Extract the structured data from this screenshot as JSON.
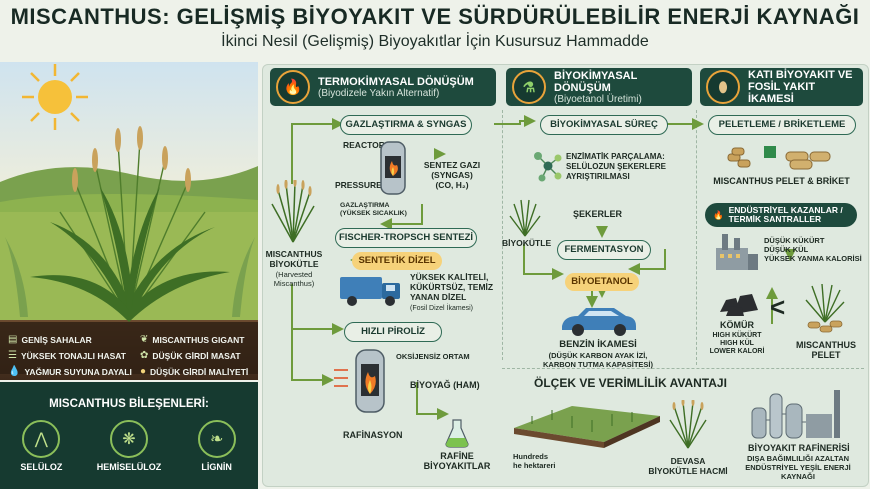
{
  "title": "MISCANTHUS: GELİŞMİŞ BİYOYAKIT VE SÜRDÜRÜLEBİLİR ENERJİ KAYNAĞI",
  "subtitle": "İkinci Nesil (Gelişmiş) Biyoyakıtlar İçin Kusursuz Hammadde",
  "left": {
    "benefits_left": [
      "GENİŞ SAHALAR",
      "YÜKSEK TONAJLI HASAT",
      "YAĞMUR SUYUNA DAYALI"
    ],
    "benefits_right": [
      "MISCANTHUS GIGANT",
      "DÜŞÜK GİRDİ MASAT",
      "DÜŞÜK GİRDİ MALİYETİ"
    ],
    "components_title": "MISCANTHUS BİLEŞENLERİ:",
    "components": [
      "SELÜLOZ",
      "HEMİSELÜLOZ",
      "LİGNİN"
    ]
  },
  "col1": {
    "header_title": "TERMOKİMYASAL DÖNÜŞÜM",
    "header_sub": "(Biyodizele Yakın Alternatif)",
    "gasification": "GAZLAŞTIRMA & SYNGAS",
    "reactor": "REACTOR",
    "pressure": "PRESSURE",
    "gasification_note": "GAZLAŞTIRMA\n(YÜKSEK SICAKLIK)",
    "syngas": "SENTEZ GAZI\n(SYNGAS)\n(CO, H₂)",
    "fischer": "FISCHER-TROPSCH SENTEZİ",
    "diesel": "SENTETİK DİZEL",
    "diesel_note": "YÜKSEK KALİTELİ,\nKÜKÜRTSÜZ, TEMİZ\nYANAN DİZEL",
    "diesel_sub": "(Fosil Dizel İkamesi)",
    "feed_label": "MISCANTHUS\nBİYOKÜTLE",
    "feed_sub": "(Harvested\nMiscanthus)",
    "pyrolysis": "HIZLI PİROLİZ",
    "oxygen_free": "OKSİJENSİZ ORTAM",
    "bio_oil": "BİYOYAĞ (HAM)",
    "refining": "RAFİNASYON",
    "refined": "RAFİNE\nBİYOYAKITLAR"
  },
  "col2": {
    "header_title": "BİYOKİMYASAL DÖNÜŞÜM",
    "header_sub": "(Biyoetanol Üretimi)",
    "process": "BİYOKİMYASAL SÜREÇ",
    "enzymatic": "ENZİMATİK PARÇALAMA:\nSELÜLOZUN ŞEKERLERE\nAYRIŞTIRILMASI",
    "sugars": "ŞEKERLER",
    "biomass": "BİYOKÜTLE",
    "fermentation": "FERMENTASYON",
    "ethanol": "BİYOETANOL",
    "gasoline": "BENZİN İKAMESİ",
    "gasoline_note": "(DÜŞÜK KARBON AYAK İZİ,\nKARBON TUTMA KAPASİTESİ)"
  },
  "col3": {
    "header_title": "KATI BİYOYAKIT VE\nFOSİL YAKIT İKAMESİ",
    "pellet_pill": "PELETLEME / BRİKETLEME",
    "pellet_label": "MISCANTHUS PELET & BRİKET",
    "boiler_pill": "ENDÜSTRİYEL KAZANLAR /\nTERMİK SANTRALLER",
    "boiler_note": "DÜŞÜK KÜKÜRT\nDÜŞÜK KÜL\nYÜKSEK YANMA KALORİSİ",
    "coal": "KÖMÜR",
    "coal_note": "HIGH KÜKÜRT\nHIGH KÜL\nLOWER KALORİ",
    "less_than": "<",
    "pellet": "MISCANTHUS\nPELET"
  },
  "scale": {
    "title": "ÖLÇEK VE VERİMLİLİK AVANTAJI",
    "hectares": "Hundreds\nhe hektareri",
    "volume": "DEVASA\nBİYOKÜTLE HACMİ",
    "refinery": "BİYOYAKIT RAFİNERİSİ",
    "refinery_note": "DIŞA BAĞIMLILIĞI AZALTAN\nENDÜSTRİYEL YEŞİL ENERJİ\nKAYNAĞI"
  },
  "colors": {
    "dark_green": "#1e4a3d",
    "accent_orange": "#e8a33a",
    "arrow_green": "#6e9b3c"
  }
}
